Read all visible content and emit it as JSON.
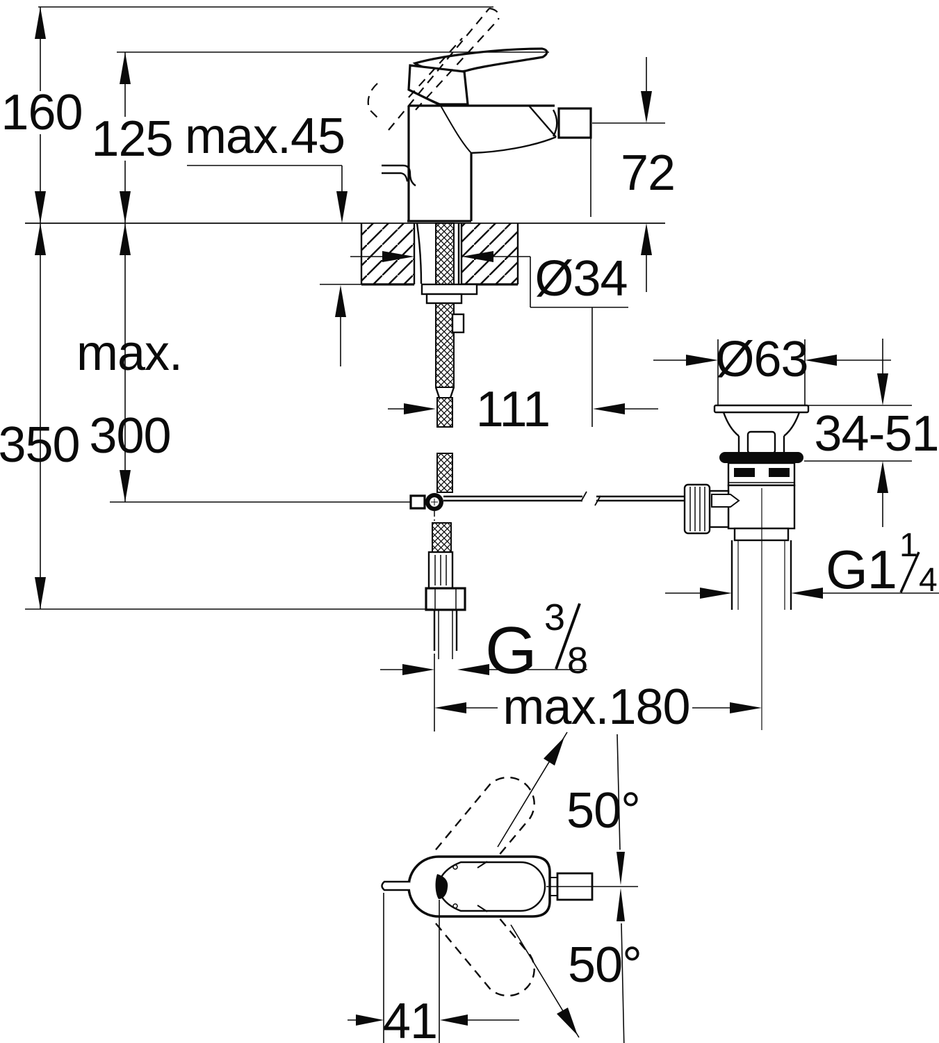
{
  "page": {
    "background": "#ffffff",
    "line_color": "#0a0a0a"
  },
  "drawing": {
    "kind": "bidet-mixer-installation-dimension-drawing",
    "labels": {
      "total_height": "160",
      "body_height": "125",
      "deck_thickness": "max.45",
      "spout_height": "72",
      "hole_diameter": "Ø34",
      "hose_max_prefix": "max.",
      "hose_max_value": "300",
      "supply_height": "350",
      "spout_reach": "111",
      "waste_top_diameter": "Ø63",
      "waste_adjust_range": "34-51",
      "waste_thread_main": "G1",
      "waste_thread_sup": "1",
      "waste_thread_sub": "4",
      "supply_thread_main": "G",
      "supply_thread_sup": "3",
      "supply_thread_sub": "8",
      "center_distance": "max.180",
      "handle_swivel_upper": "50°",
      "handle_swivel_lower": "50°",
      "handle_projection": "41"
    }
  }
}
